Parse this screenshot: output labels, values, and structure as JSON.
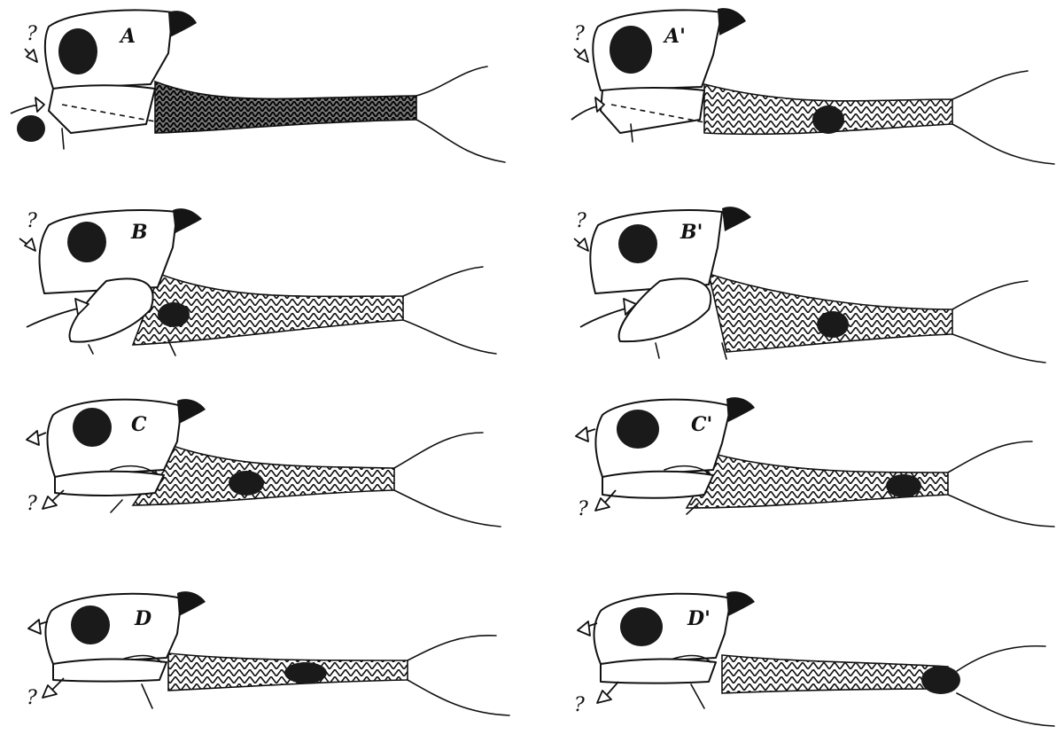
{
  "figure": {
    "panels": [
      {
        "id": "A",
        "label": "A",
        "question_marks": [
          "?"
        ]
      },
      {
        "id": "A2",
        "label": "A'",
        "question_marks": [
          "?"
        ]
      },
      {
        "id": "B",
        "label": "B",
        "question_marks": [
          "?"
        ]
      },
      {
        "id": "B2",
        "label": "B'",
        "question_marks": [
          "?"
        ]
      },
      {
        "id": "C",
        "label": "C",
        "question_marks": [
          "?"
        ]
      },
      {
        "id": "C2",
        "label": "C'",
        "question_marks": [
          "?"
        ]
      },
      {
        "id": "D",
        "label": "D",
        "question_marks": [
          "?"
        ]
      },
      {
        "id": "D2",
        "label": "D'",
        "question_marks": [
          "?"
        ]
      }
    ],
    "colors": {
      "ink": "#111111",
      "paper": "#ffffff"
    }
  }
}
